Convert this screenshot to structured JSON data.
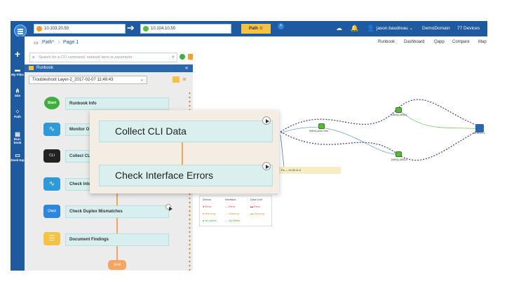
{
  "topbar": {
    "source_ip": "10.103.20.50",
    "dest_ip": "10.104.10.50",
    "path_button": "Path",
    "user": "jason.baudreau",
    "domain": "DemoDomain",
    "devices": "77 Devices"
  },
  "tab": {
    "title": "Path*",
    "page": "Page 1"
  },
  "search": {
    "placeholder": "Search for a CLI command, network term or parameter"
  },
  "nav": [
    "Runbook",
    "Dashboard",
    "Qapp",
    "Compare",
    "Map"
  ],
  "rail": [
    {
      "icon": "folder-icon",
      "label": "My Files"
    },
    {
      "icon": "site-icon",
      "label": "Site"
    },
    {
      "icon": "path-icon",
      "label": "Path"
    },
    {
      "icon": "runbook-icon",
      "label": "Run-book"
    },
    {
      "icon": "desktop-icon",
      "label": "Desk-top"
    }
  ],
  "runbook": {
    "header": "Runbook",
    "selected": "Troubleshoot Layer-2_2017-02-07 11:48:43",
    "start": "Start",
    "end": "End",
    "steps": [
      {
        "label": "Runbook Info",
        "icon": "start-icon"
      },
      {
        "label": "Monitor O",
        "icon": "pulse-icon"
      },
      {
        "label": "Collect CLI",
        "icon": "cli-icon",
        "icon_text": "CLI"
      },
      {
        "label": "Check Inte",
        "icon": "pulse-icon"
      },
      {
        "label": "Check Duplex Mismatches",
        "icon": "qapp-icon",
        "icon_text": "Qapp"
      },
      {
        "label": "Document Findings",
        "icon": "document-icon"
      }
    ]
  },
  "zoom": {
    "step1": "Collect CLI Data",
    "step2": "Check Interface Errors"
  },
  "map": {
    "nodes": [
      "DMHQ-ASA-Tnet",
      "DMHQ-4500-1",
      "DMHQ-4500-2",
      "10.40.10.4"
    ],
    "highlight": "Fa --- 10.30.11.6",
    "legend": {
      "headers": [
        "Device",
        "Interface",
        "Data Unit"
      ],
      "rows": [
        [
          "Error",
          "Error",
          "Error"
        ],
        [
          "Warning",
          "Warning",
          "Warning"
        ],
        [
          "No Alerts",
          "No Alerts",
          ""
        ]
      ]
    }
  },
  "colors": {
    "topbar": "#1f5aa0",
    "accent": "#f6c244",
    "step": "#d7efee",
    "flow": "#f0a45e",
    "start": "#3fae3f"
  }
}
